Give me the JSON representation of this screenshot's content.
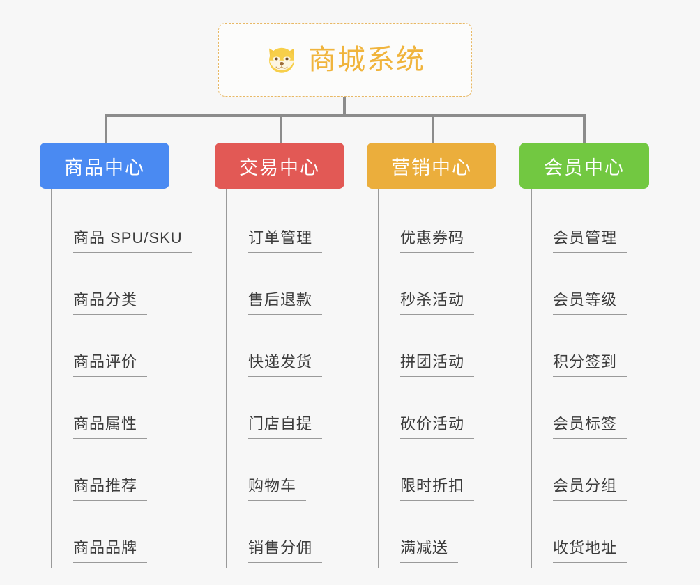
{
  "root": {
    "title": "商城系统",
    "icon": "dog-face-icon",
    "border_color": "#e8b864",
    "text_color": "#f0b43c"
  },
  "columns": [
    {
      "id": "product-center",
      "label": "商品中心",
      "color": "#4a8af2",
      "items": [
        "商品 SPU/SKU",
        "商品分类",
        "商品评价",
        "商品属性",
        "商品推荐",
        "商品品牌"
      ]
    },
    {
      "id": "trade-center",
      "label": "交易中心",
      "color": "#e25955",
      "items": [
        "订单管理",
        "售后退款",
        "快递发货",
        "门店自提",
        "购物车",
        "销售分佣"
      ]
    },
    {
      "id": "marketing-center",
      "label": "营销中心",
      "color": "#ebae3c",
      "items": [
        "优惠券码",
        "秒杀活动",
        "拼团活动",
        "砍价活动",
        "限时折扣",
        "满减送"
      ]
    },
    {
      "id": "member-center",
      "label": "会员中心",
      "color": "#72c841",
      "items": [
        "会员管理",
        "会员等级",
        "积分签到",
        "会员标签",
        "会员分组",
        "收货地址"
      ]
    }
  ],
  "colors": {
    "background": "#f7f7f7",
    "connector": "#8c8c8c",
    "leaf_line": "#9a9a9a",
    "leaf_text": "#3c3c3c"
  }
}
